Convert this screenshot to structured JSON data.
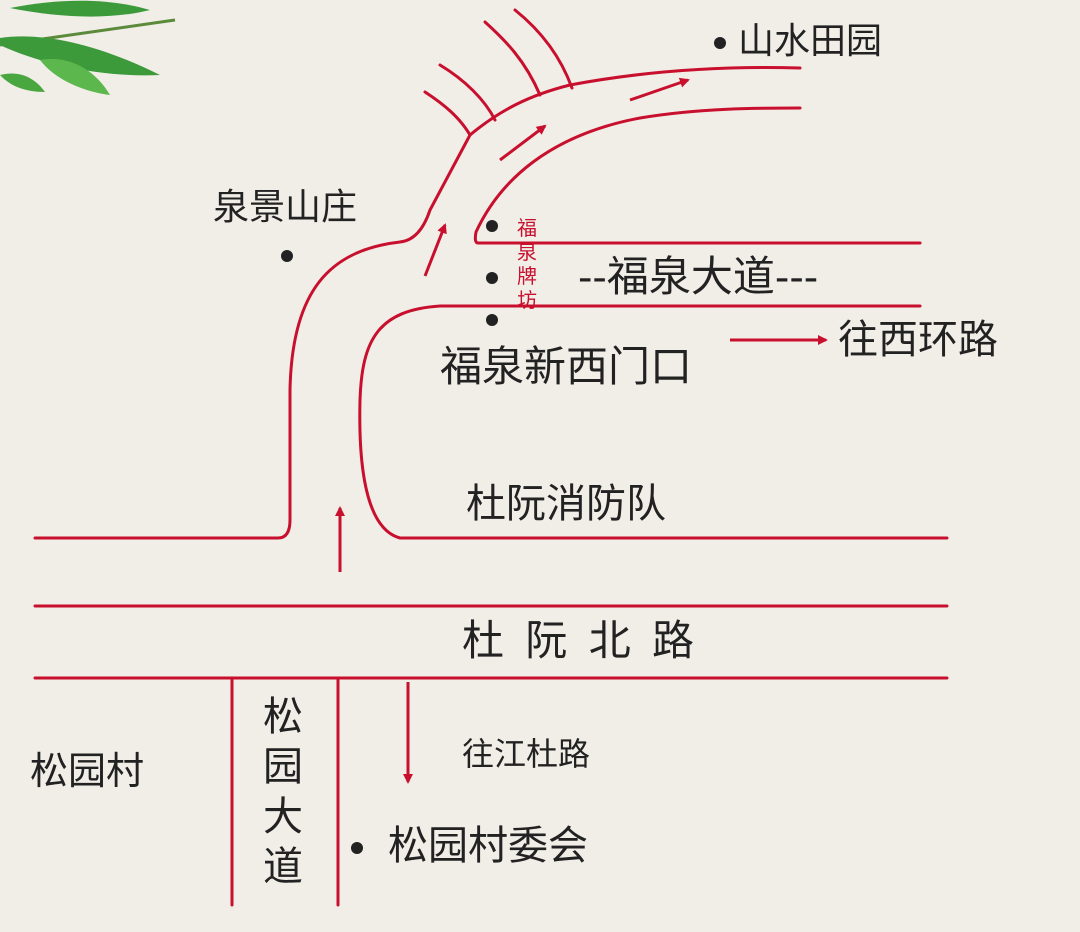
{
  "colors": {
    "road": "#c8102e",
    "text": "#222222",
    "background": "#f1eee8",
    "leaf": "#3d9a3a"
  },
  "places": {
    "shanshui_tianyuan": "山水田园",
    "quanjing_shanzhuang": "泉景山庄",
    "fuquan_paifang": "福泉牌坊",
    "fuquan_new_west_gate": "福泉新西门口",
    "dudun_fire_station": "杜阮消防队",
    "songyuan_village": "松园村",
    "songyuan_committee": "松园村委会"
  },
  "roads": {
    "fuquan_avenue": "福泉大道",
    "fuquan_avenue_dashes_left": "--",
    "fuquan_avenue_dashes_right": "---",
    "dudun_north_road": "杜 阮 北 路",
    "songyuan_avenue": "松园大道"
  },
  "directions": {
    "to_west_ring_road": "往西环路",
    "to_jiangdu_road": "往江杜路"
  },
  "icons": [
    "location-dot-icon",
    "direction-arrow-icon",
    "bamboo-leaf-icon"
  ]
}
